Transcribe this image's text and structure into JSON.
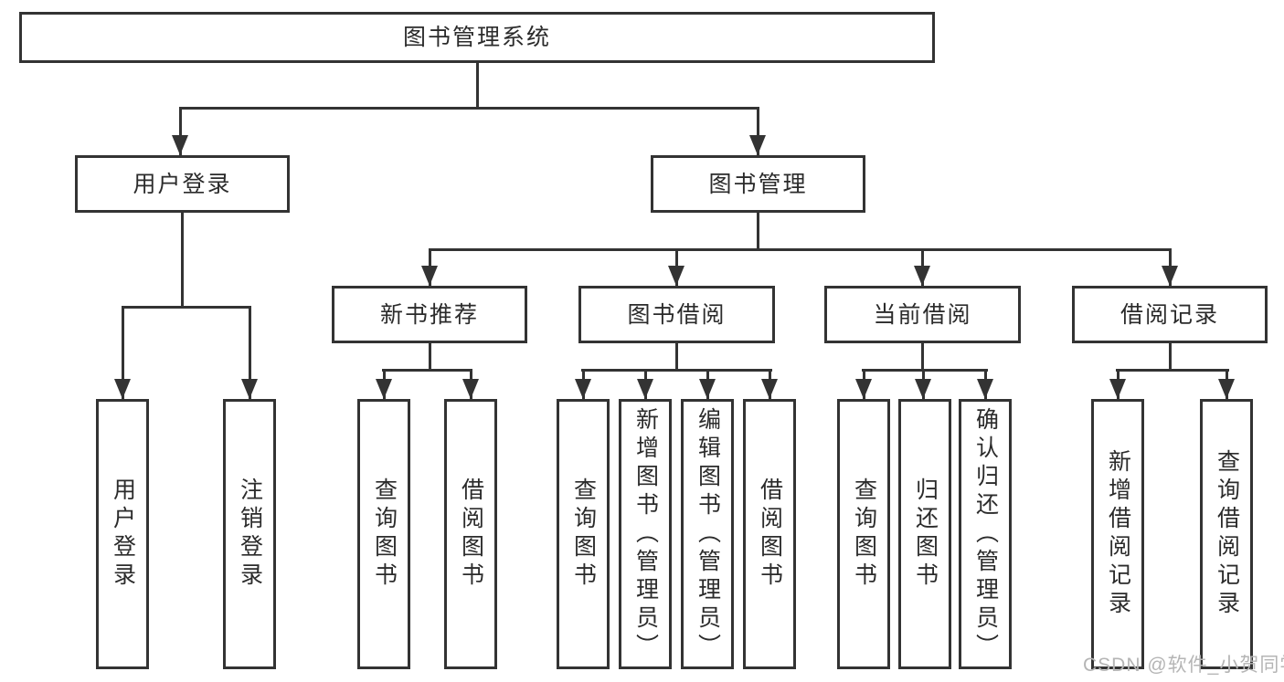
{
  "diagram": {
    "title": "图书管理系统",
    "level2": [
      "用户登录",
      "图书管理"
    ],
    "level3": [
      "新书推荐",
      "图书借阅",
      "当前借阅",
      "借阅记录"
    ],
    "leaves": {
      "user_login": [
        "用户登录",
        "注销登录"
      ],
      "new_book_recommend": [
        "查询图书",
        "借阅图书"
      ],
      "book_borrowing": [
        "查询图书",
        "新增图书（管理员）",
        "编辑图书（管理员）",
        "借阅图书"
      ],
      "current_borrowing": [
        "查询图书",
        "归还图书",
        "确认归还（管理员）"
      ],
      "borrowing_records": [
        "新增借阅记录",
        "查询借阅记录"
      ]
    }
  },
  "watermark": "CSDN @软件_小贺同学",
  "colors": {
    "line": "#333333",
    "text": "#2b2b2b",
    "box_background": "#ffffff",
    "page_background": "#ffffff",
    "watermark_color": "#b5b5b5"
  }
}
